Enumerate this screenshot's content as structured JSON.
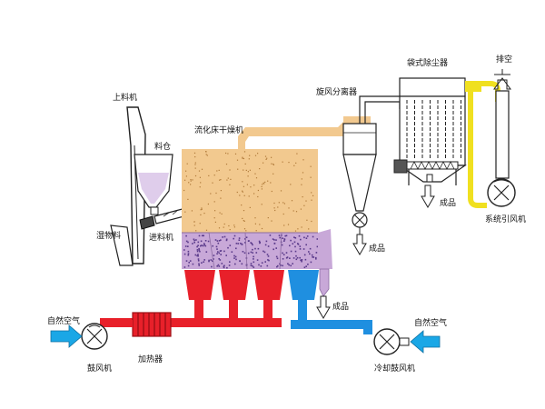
{
  "labels": {
    "bag_filter": "袋式除尘器",
    "exhaust": "排空",
    "cyclone": "旋风分离器",
    "feeder": "上料机",
    "hopper": "料仓",
    "fluid_bed_dryer": "流化床干燥机",
    "wet_material": "湿物料",
    "feed_inlet": "进料机",
    "product_bag_filter": "成品",
    "product_cyclone": "成品",
    "product_bed": "成品",
    "system_fan": "系统引风机",
    "natural_air_left": "自然空气",
    "natural_air_right": "自然空气",
    "blower": "鼓风机",
    "heater": "加热器",
    "cooling_blower": "冷却鼓风机"
  },
  "colors": {
    "hot_air": "#e8202a",
    "cold_air": "#1f8fe0",
    "inlet_air": "#1aa7e6",
    "exhaust_duct": "#f0e020",
    "dryer_body": "#f2c98f",
    "vent_duct": "#f2c98f",
    "fluid_bed": "#c8a8d8",
    "particles": "#5a3a8a"
  },
  "icons": [
    "fan-icon",
    "arrow-down-icon",
    "arrow-up-icon",
    "arrow-right-icon",
    "arrow-left-icon",
    "heater-icon",
    "screw-feeder-icon"
  ]
}
